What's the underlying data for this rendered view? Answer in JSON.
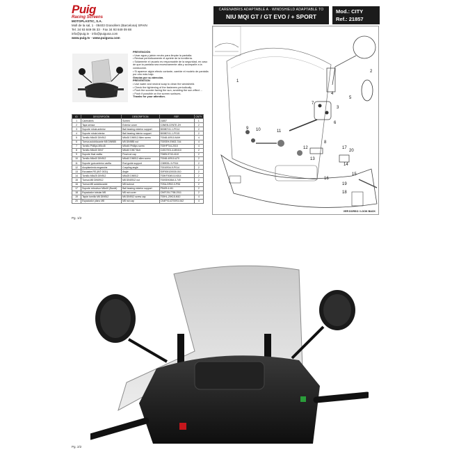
{
  "brand": {
    "logo": "Puig",
    "tagline": "Racing Screens"
  },
  "company": {
    "name": "MOTOPLASTIC, S.A.",
    "address": "Moll de la sal, 1 · 08403 Granollers (Barcelona) SPAIN",
    "phone": "Tel. 34 93 849 06 33 · Fax 34 93 849 09 88",
    "email": "info@puig.tv · info@puigusa.com",
    "web": "www.puig.tv · www.puigusa.com"
  },
  "header": {
    "subtitle": "CARENABRIS ADAPTABLE A · WINDSHIELD ADAPTABLE TO",
    "model_title": "NIU MQI GT / GT EVO / + SPORT",
    "mod": "Mod.: CITY",
    "ref": "Ref.: 21857"
  },
  "warnings": {
    "es_title": "PREVENCIÓN",
    "es_lines": [
      "• Usar agua y jabón neutro para limpiar la pantalla.",
      "• Revisar periódicamente el apriete de la tornillería.",
      "• Sólamente el usuario es responsable de la seguridad, en caso de que la pantalla sea excesivamente alta y acompañe a la conducción.",
      "• Si aparece algún efecto cortante, cambie el modelo de pantalla por otro más bajo."
    ],
    "es_thanks": "Gracias por su atención.",
    "en_title": "PREVENTION",
    "en_lines": [
      "• Use water and neutral soap to clean the windshield.",
      "• Check the tightening of the fasteners periodically.",
      "• Push the scooter facing the sun, avoiding the sun-effect ...",
      "• Push if possible on the screen surfaces."
    ],
    "en_thanks": "Thanks for your attention."
  },
  "parts_table": {
    "headers": [
      "ID",
      "DESCRIPCIÓN",
      "DESCRIPTION",
      "REF.",
      "CNTY"
    ],
    "rows": [
      [
        "1",
        "Carenabris",
        "Screen",
        "21857",
        "1"
      ],
      [
        "2",
        "Tapa sensor",
        "Exterior cover",
        "C3NEB-CENTE-2H",
        "2"
      ],
      [
        "3",
        "Soporte rótula anterior",
        "Ball bearing exterior support",
        "B0080741-1-P014",
        "2"
      ],
      [
        "4",
        "Soporte rótula interior",
        "Ball bearing interior support",
        "B0080741-1-P015",
        "2"
      ],
      [
        "5",
        "Tornillo M6x30 DIN912",
        "M6x30 DIN912 Allen screw",
        "T0048-40910-M4H",
        "4"
      ],
      [
        "6",
        "Tuerca autoblocante M5 DIN985",
        "M5 DIN985 nut",
        "T00SEH-EM02-7A4",
        "4"
      ],
      [
        "7",
        "Tornillo Phillips M5x45",
        "M5x45 Phillips screw",
        "T00HPT44-2015",
        "4"
      ],
      [
        "8",
        "Tornillo M6x40 DIN7",
        "M6x40 DIN7 Bolt",
        "C4017001-4-M0410",
        "2"
      ],
      [
        "9",
        "Soporte final varilla",
        "Final rod cap",
        "T0M9L9743-4110",
        "2"
      ],
      [
        "10",
        "Tornillo M6x40 DIN912",
        "M6x40 DIN912 allen screw",
        "T0048-40910-A70",
        "2"
      ],
      [
        "11",
        "Soporte guía anterior varilla",
        "Rod guide support",
        "C38903L-9-P014",
        "2"
      ],
      [
        "12",
        "Acoplamiento enganche",
        "Coupling angle",
        "T0010934-9-P014",
        "2"
      ],
      [
        "13",
        "Escuadra RS (INT 0031)",
        "Angle",
        "S0F000120030-010",
        "2"
      ],
      [
        "14",
        "Tornillo M6x25 DIN912",
        "M6x25 DIN912",
        "T00KF0049-5-N014",
        "2"
      ],
      [
        "15",
        "Tuerca M8 DIN0912",
        "M8 DIN0912 nut",
        "T00SEH26M-3-749",
        "2"
      ],
      [
        "16",
        "Tuerca M8 autoblocante",
        "M8 locknut",
        "T0SA-DR02-0-P06",
        "2"
      ],
      [
        "17",
        "Soporte retrovisor M6x40 (Bordé)",
        "Ball bearing exterior support",
        "P5409-4-M1",
        "2"
      ],
      [
        "18",
        "Espaciador tubular M8",
        "M8 nut cover",
        "CN9TJ0L7768-2511",
        "2"
      ],
      [
        "19",
        "Tapón tornillo M6 DIN912",
        "M6 DIN912 screw cap",
        "T00HL-20K15-M10",
        "4"
      ],
      [
        "20",
        "Espaciador plano M8",
        "M8 nut cap",
        "CN4PX14270093-0A2",
        "4"
      ]
    ]
  },
  "diagram": {
    "caption": "VER DORSO / LOOK BACK",
    "callouts": [
      "1",
      "2",
      "3",
      "4",
      "5",
      "6",
      "7",
      "8",
      "9",
      "10",
      "11",
      "12",
      "13",
      "14",
      "15",
      "16",
      "17",
      "18",
      "19",
      "20"
    ]
  },
  "page_labels": {
    "page1": "Pg. 1/2",
    "page2": "Pg. 2/2"
  }
}
